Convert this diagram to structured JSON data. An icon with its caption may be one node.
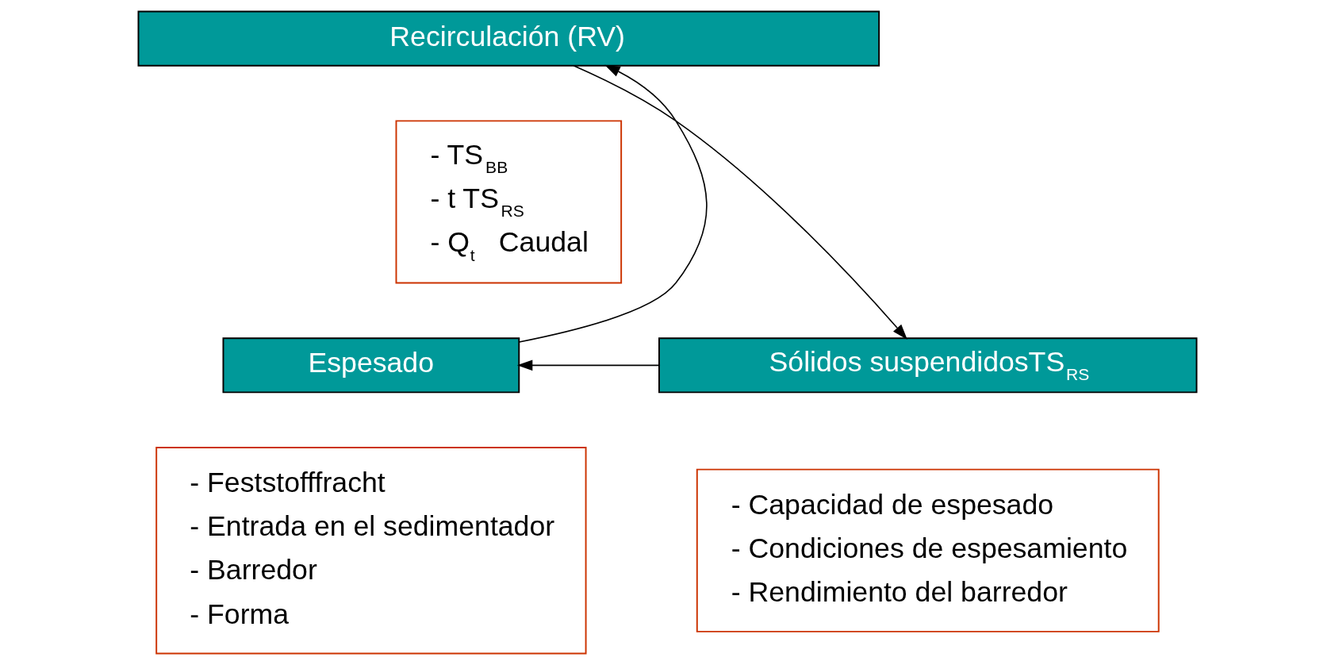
{
  "diagram": {
    "nodes": [
      {
        "text": [
          "Recirculación (RV)"
        ]
      },
      {
        "text": [
          "- TS$_{BB}$",
          "- t TS$_{RS}$",
          "- Q$_{t}$   Caudal"
        ]
      },
      {
        "text": [
          "Espesado"
        ]
      },
      {
        "text": [
          "- Feststofffracht",
          "- Entrada en el sedimentador",
          "- Barredor",
          "- Forma"
        ]
      },
      {
        "text": [
          "Sólidos suspendidosTS$_{RS}$"
        ]
      },
      {
        "text": [
          "- Capacidad de espesado",
          "- Condiciones de espesamiento",
          "- Rendimiento del barredor"
        ]
      }
    ],
    "edges": [
      {
        "from": 2,
        "to": 0,
        "arrow": "to"
      },
      {
        "from": 0,
        "to": 4,
        "arrow": "to"
      },
      {
        "from": 4,
        "to": 2,
        "arrow": "to"
      }
    ]
  }
}
